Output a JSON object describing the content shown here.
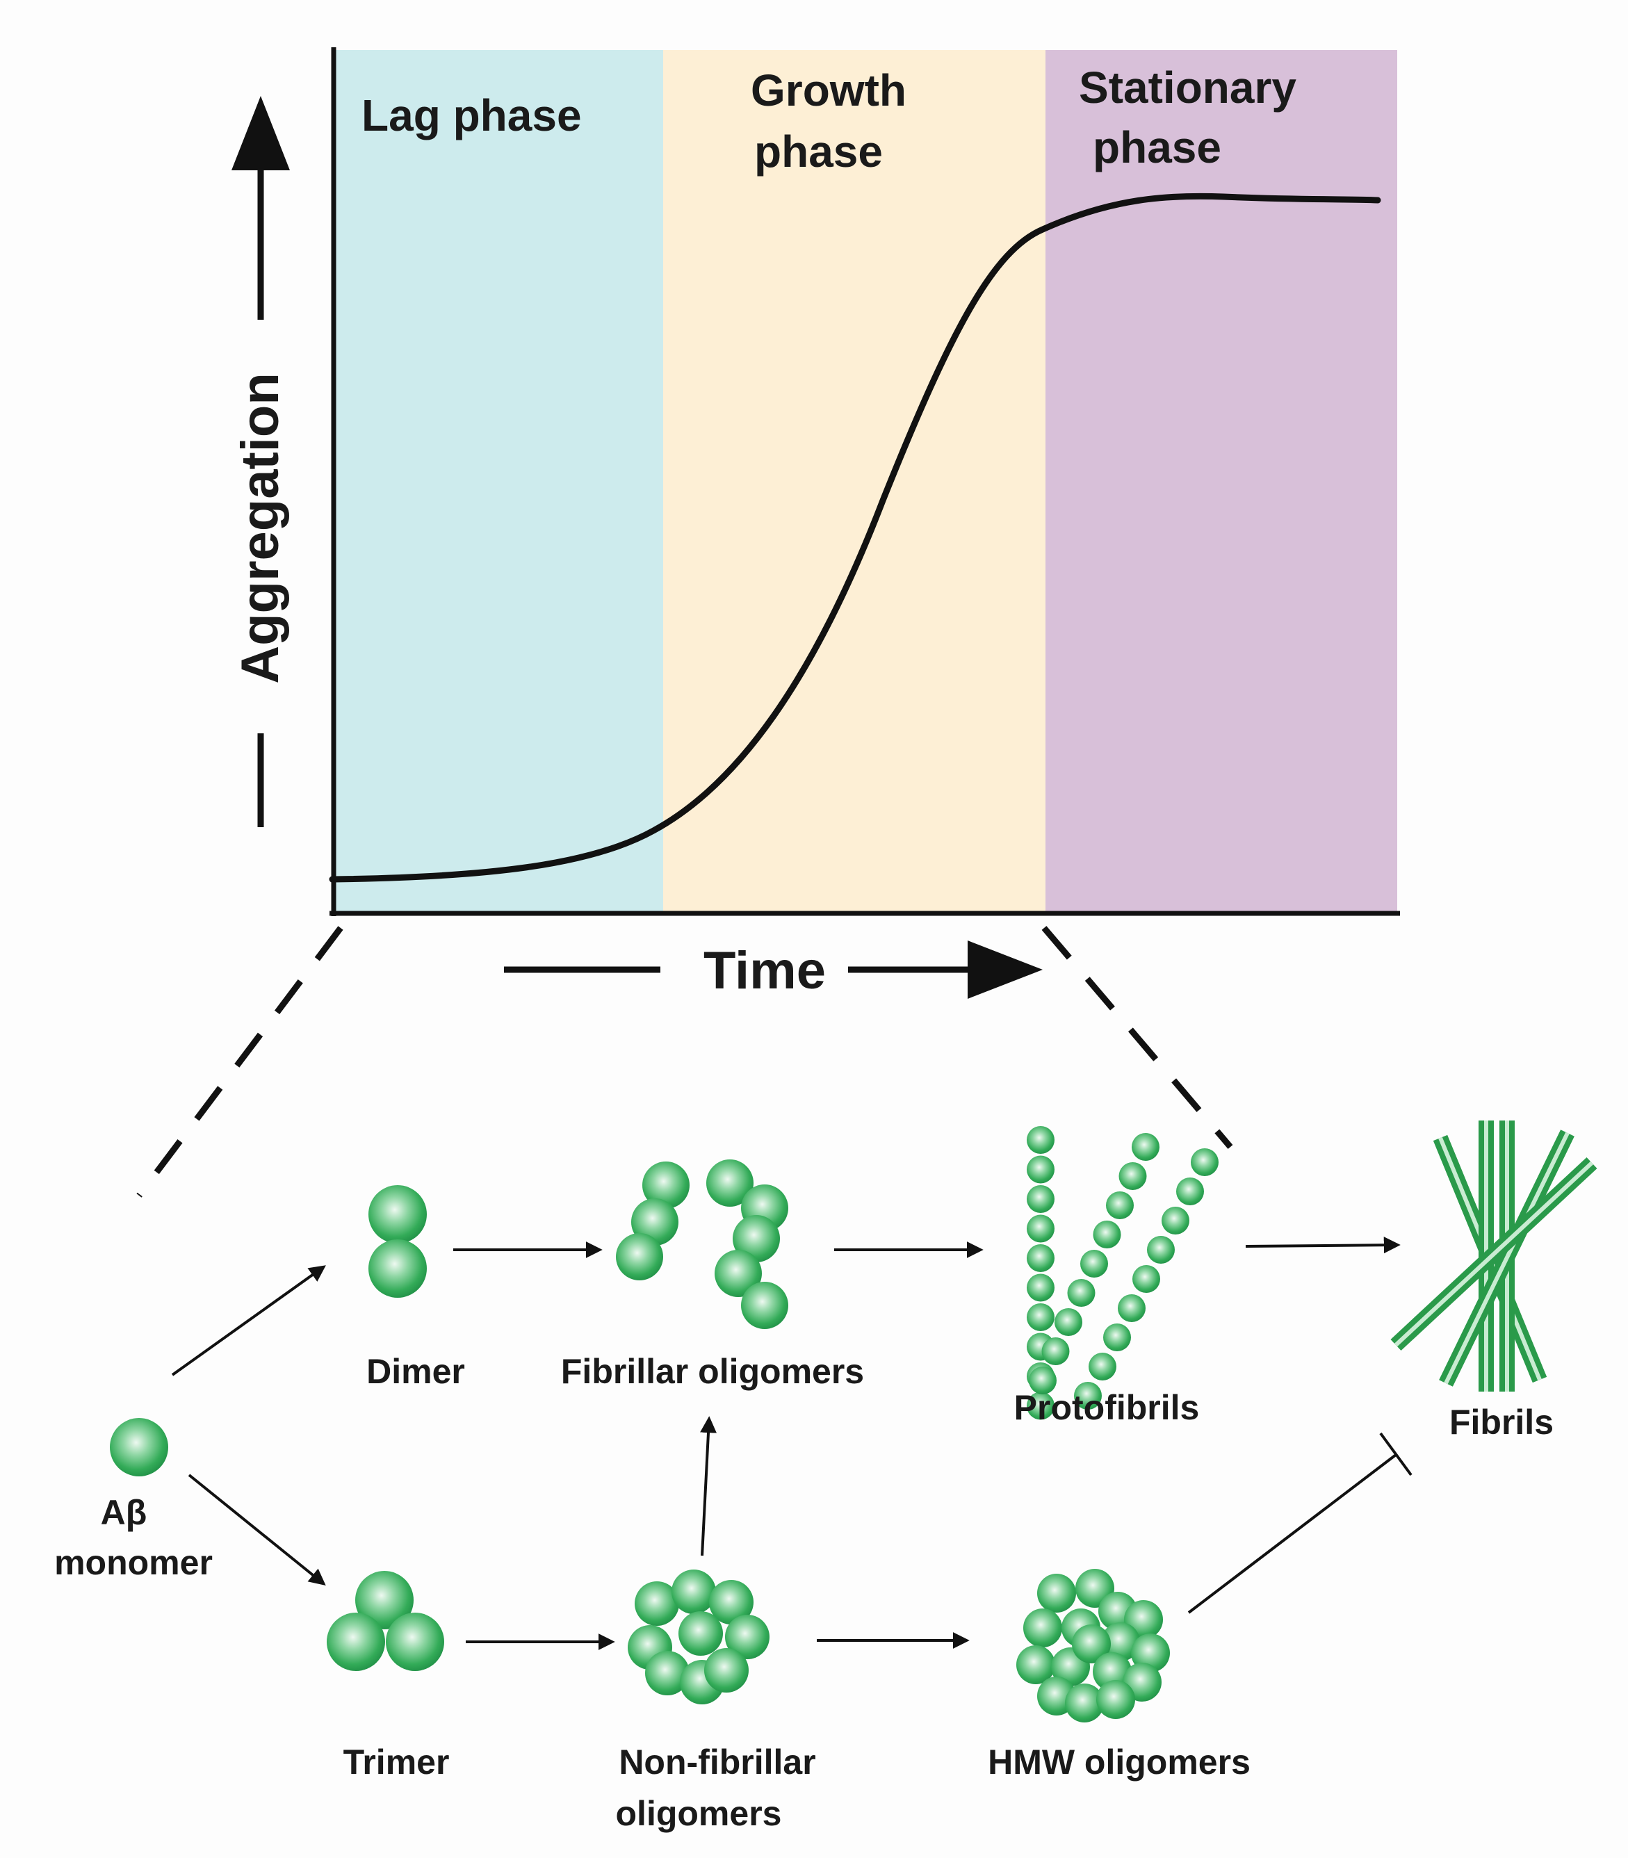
{
  "axes": {
    "y_label": "Aggregation",
    "x_label": "Time"
  },
  "phases": [
    {
      "line1": "Lag phase",
      "line2": "",
      "color": "#cdebed"
    },
    {
      "line1": "Growth",
      "line2": "phase",
      "color": "#fdefd5"
    },
    {
      "line1": "Stationary",
      "line2": "phase",
      "color": "#d8c0d9"
    }
  ],
  "colors": {
    "sphere": "#2ea652",
    "sphere_highlight": "#e6f7ea",
    "fibril": "#2a9a4a",
    "fibril_light": "#c9ecd2",
    "ink": "#111111"
  },
  "species": {
    "monomer": {
      "line1": "Aβ",
      "line2": "monomer"
    },
    "dimer": "Dimer",
    "fibrillar_oligomers": "Fibrillar oligomers",
    "protofibrils": "Protofibrils",
    "fibrils": "Fibrils",
    "trimer": "Trimer",
    "non_fibrillar_oligomers": {
      "line1": "Non-fibrillar",
      "line2": "oligomers"
    },
    "hmw_oligomers": "HMW oligomers"
  }
}
